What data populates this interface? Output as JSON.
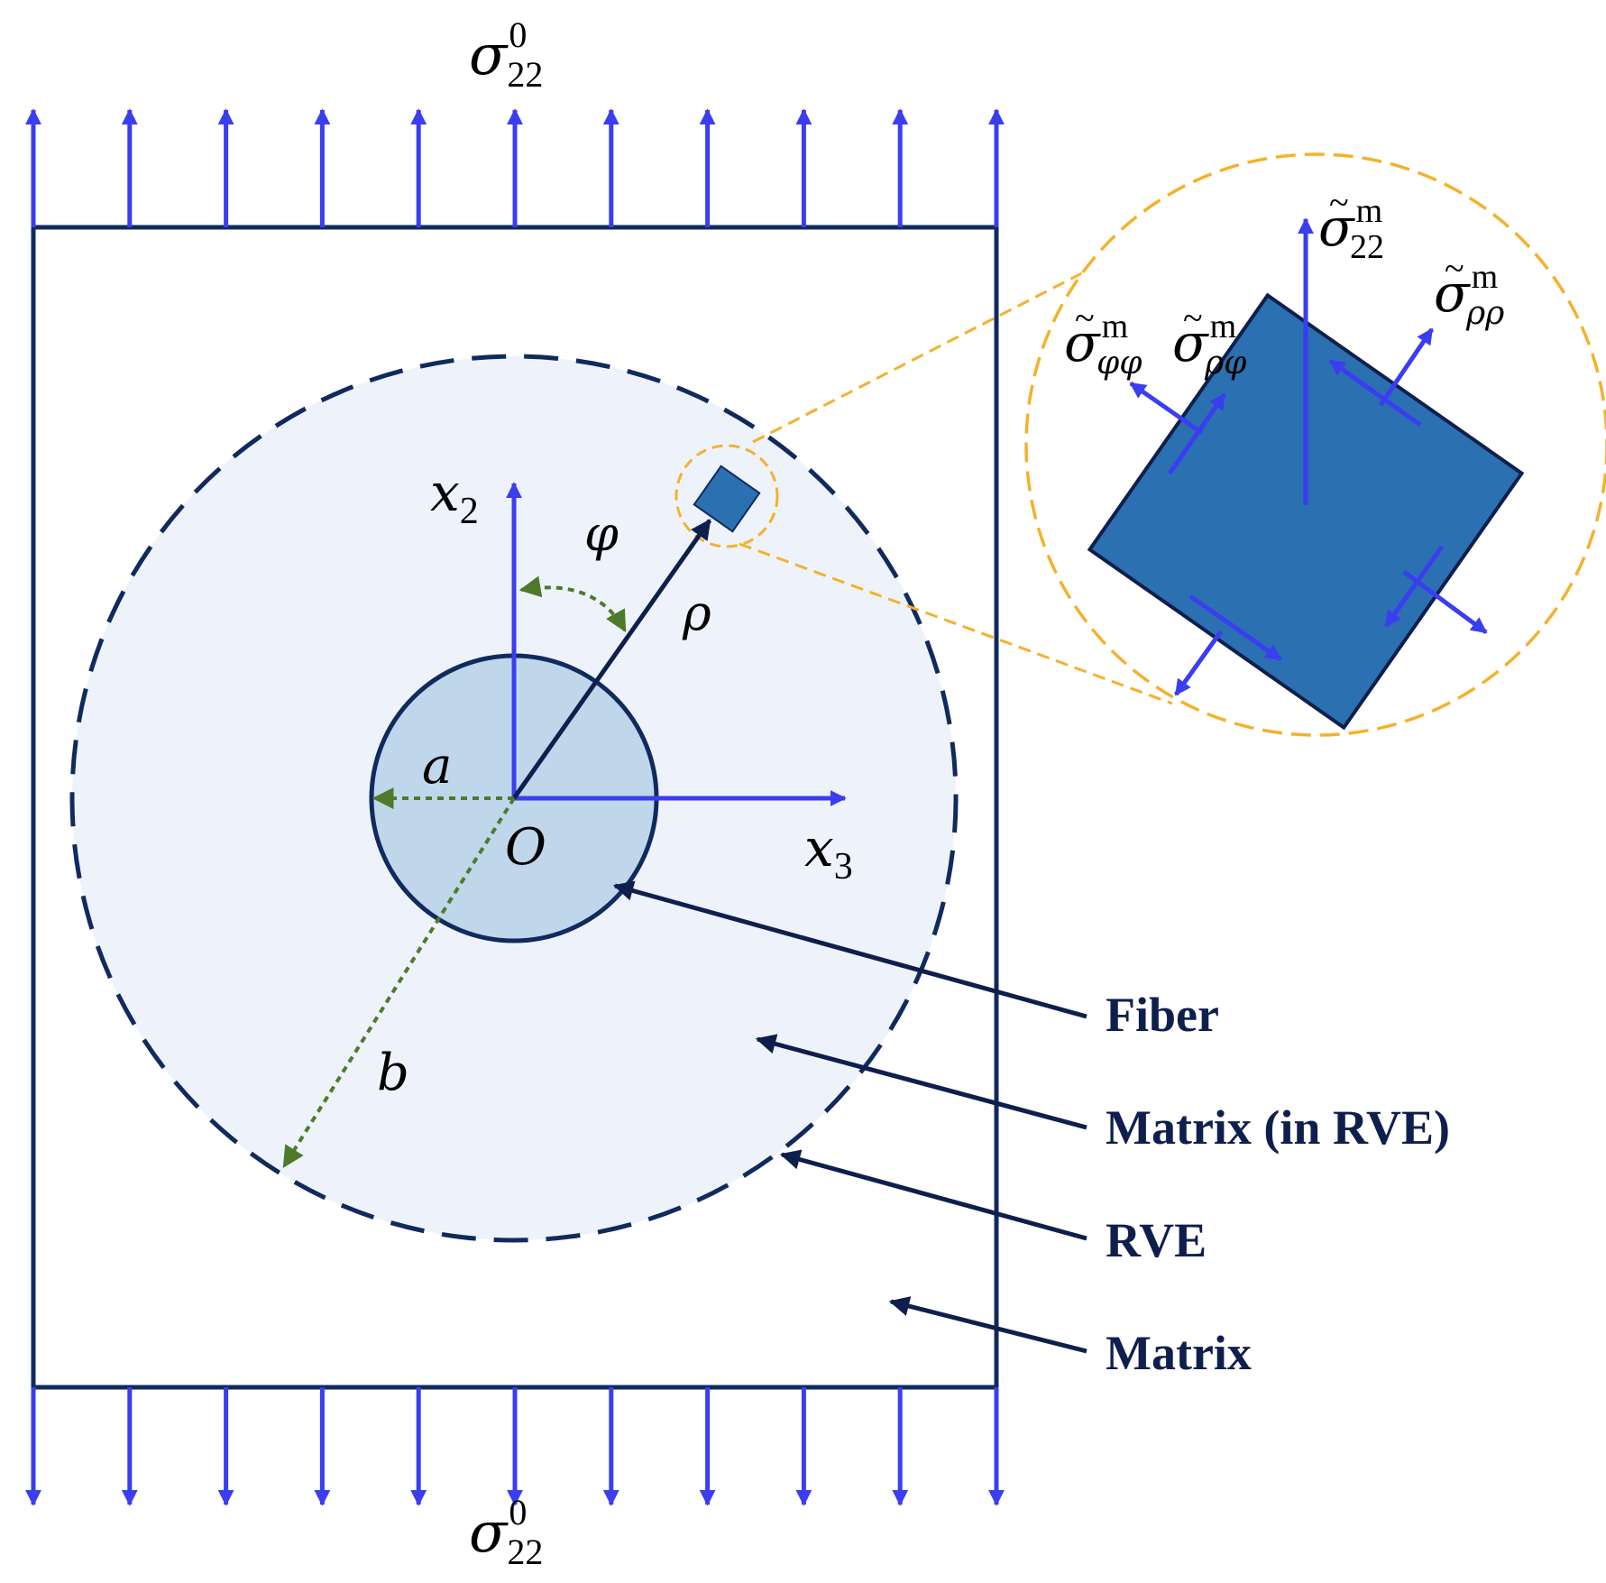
{
  "colors": {
    "load_arrow": "#3a3df0",
    "frame": "#112a5e",
    "navy": "#0f1f4d",
    "fiber_fill": "#bfd6eb",
    "rve_fill": "#eef3fb",
    "element_fill": "#2b70b0",
    "green": "#4e7a2a",
    "zoom": "#f5b12c"
  },
  "labels": {
    "load_top": {
      "base": "σ",
      "sub": "22",
      "sup": "0"
    },
    "load_bottom": {
      "base": "σ",
      "sub": "22",
      "sup": "0"
    },
    "x2": {
      "base": "x",
      "sub": "2"
    },
    "x3": {
      "base": "x",
      "sub": "3"
    },
    "origin": "O",
    "phi": "φ",
    "rho": "ρ",
    "a": "a",
    "b": "b",
    "stress_22": {
      "tilde": "~",
      "base": "σ",
      "sub": "22",
      "sup": "m"
    },
    "stress_rhorho": {
      "tilde": "~",
      "base": "σ",
      "sub": "ρρ",
      "sup": "m"
    },
    "stress_phiphi": {
      "tilde": "~",
      "base": "σ",
      "sub": "φφ",
      "sup": "m"
    },
    "stress_rhophi": {
      "tilde": "~",
      "base": "σ",
      "sub": "ρφ",
      "sup": "m"
    }
  },
  "callouts": {
    "fiber": "Fiber",
    "matrix_rve": "Matrix (in RVE)",
    "rve": "RVE",
    "matrix": "Matrix"
  },
  "icons": {
    "load_arrows": "arrow-up-icon",
    "stress_arrows": "arrow-icon"
  }
}
